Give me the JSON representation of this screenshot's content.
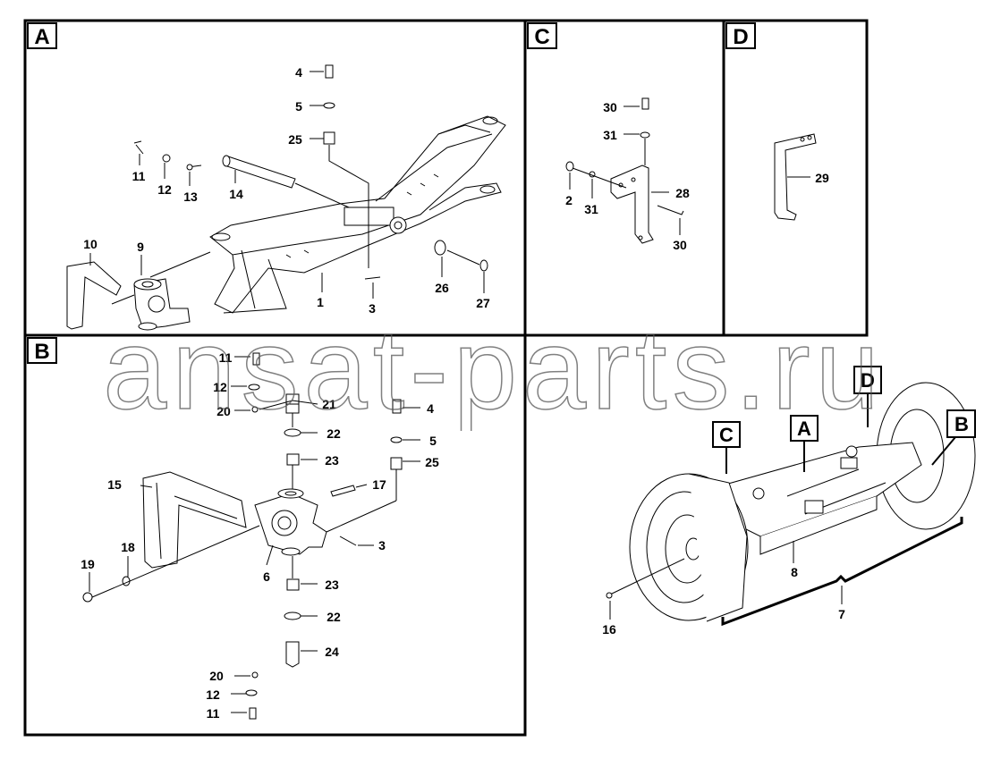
{
  "panels": {
    "A": {
      "letter": "A"
    },
    "B": {
      "letter": "B"
    },
    "C": {
      "letter": "C"
    },
    "D": {
      "letter": "D"
    }
  },
  "overview_labels": [
    "C",
    "A",
    "D",
    "B"
  ],
  "part_numbers": {
    "n1": "1",
    "n2": "2",
    "n3": "3",
    "n4": "4",
    "n5": "5",
    "n6": "6",
    "n7": "7",
    "n8": "8",
    "n9": "9",
    "n10": "10",
    "n11": "11",
    "n12": "12",
    "n13": "13",
    "n14": "14",
    "n15": "15",
    "n16": "16",
    "n17": "17",
    "n18": "18",
    "n19": "19",
    "n20": "20",
    "n21": "21",
    "n22": "22",
    "n23": "23",
    "n24": "24",
    "n25": "25",
    "n26": "26",
    "n27": "27",
    "n28": "28",
    "n29": "29",
    "n30": "30",
    "n31": "31"
  },
  "watermark": {
    "text": "ansat-parts.ru"
  }
}
